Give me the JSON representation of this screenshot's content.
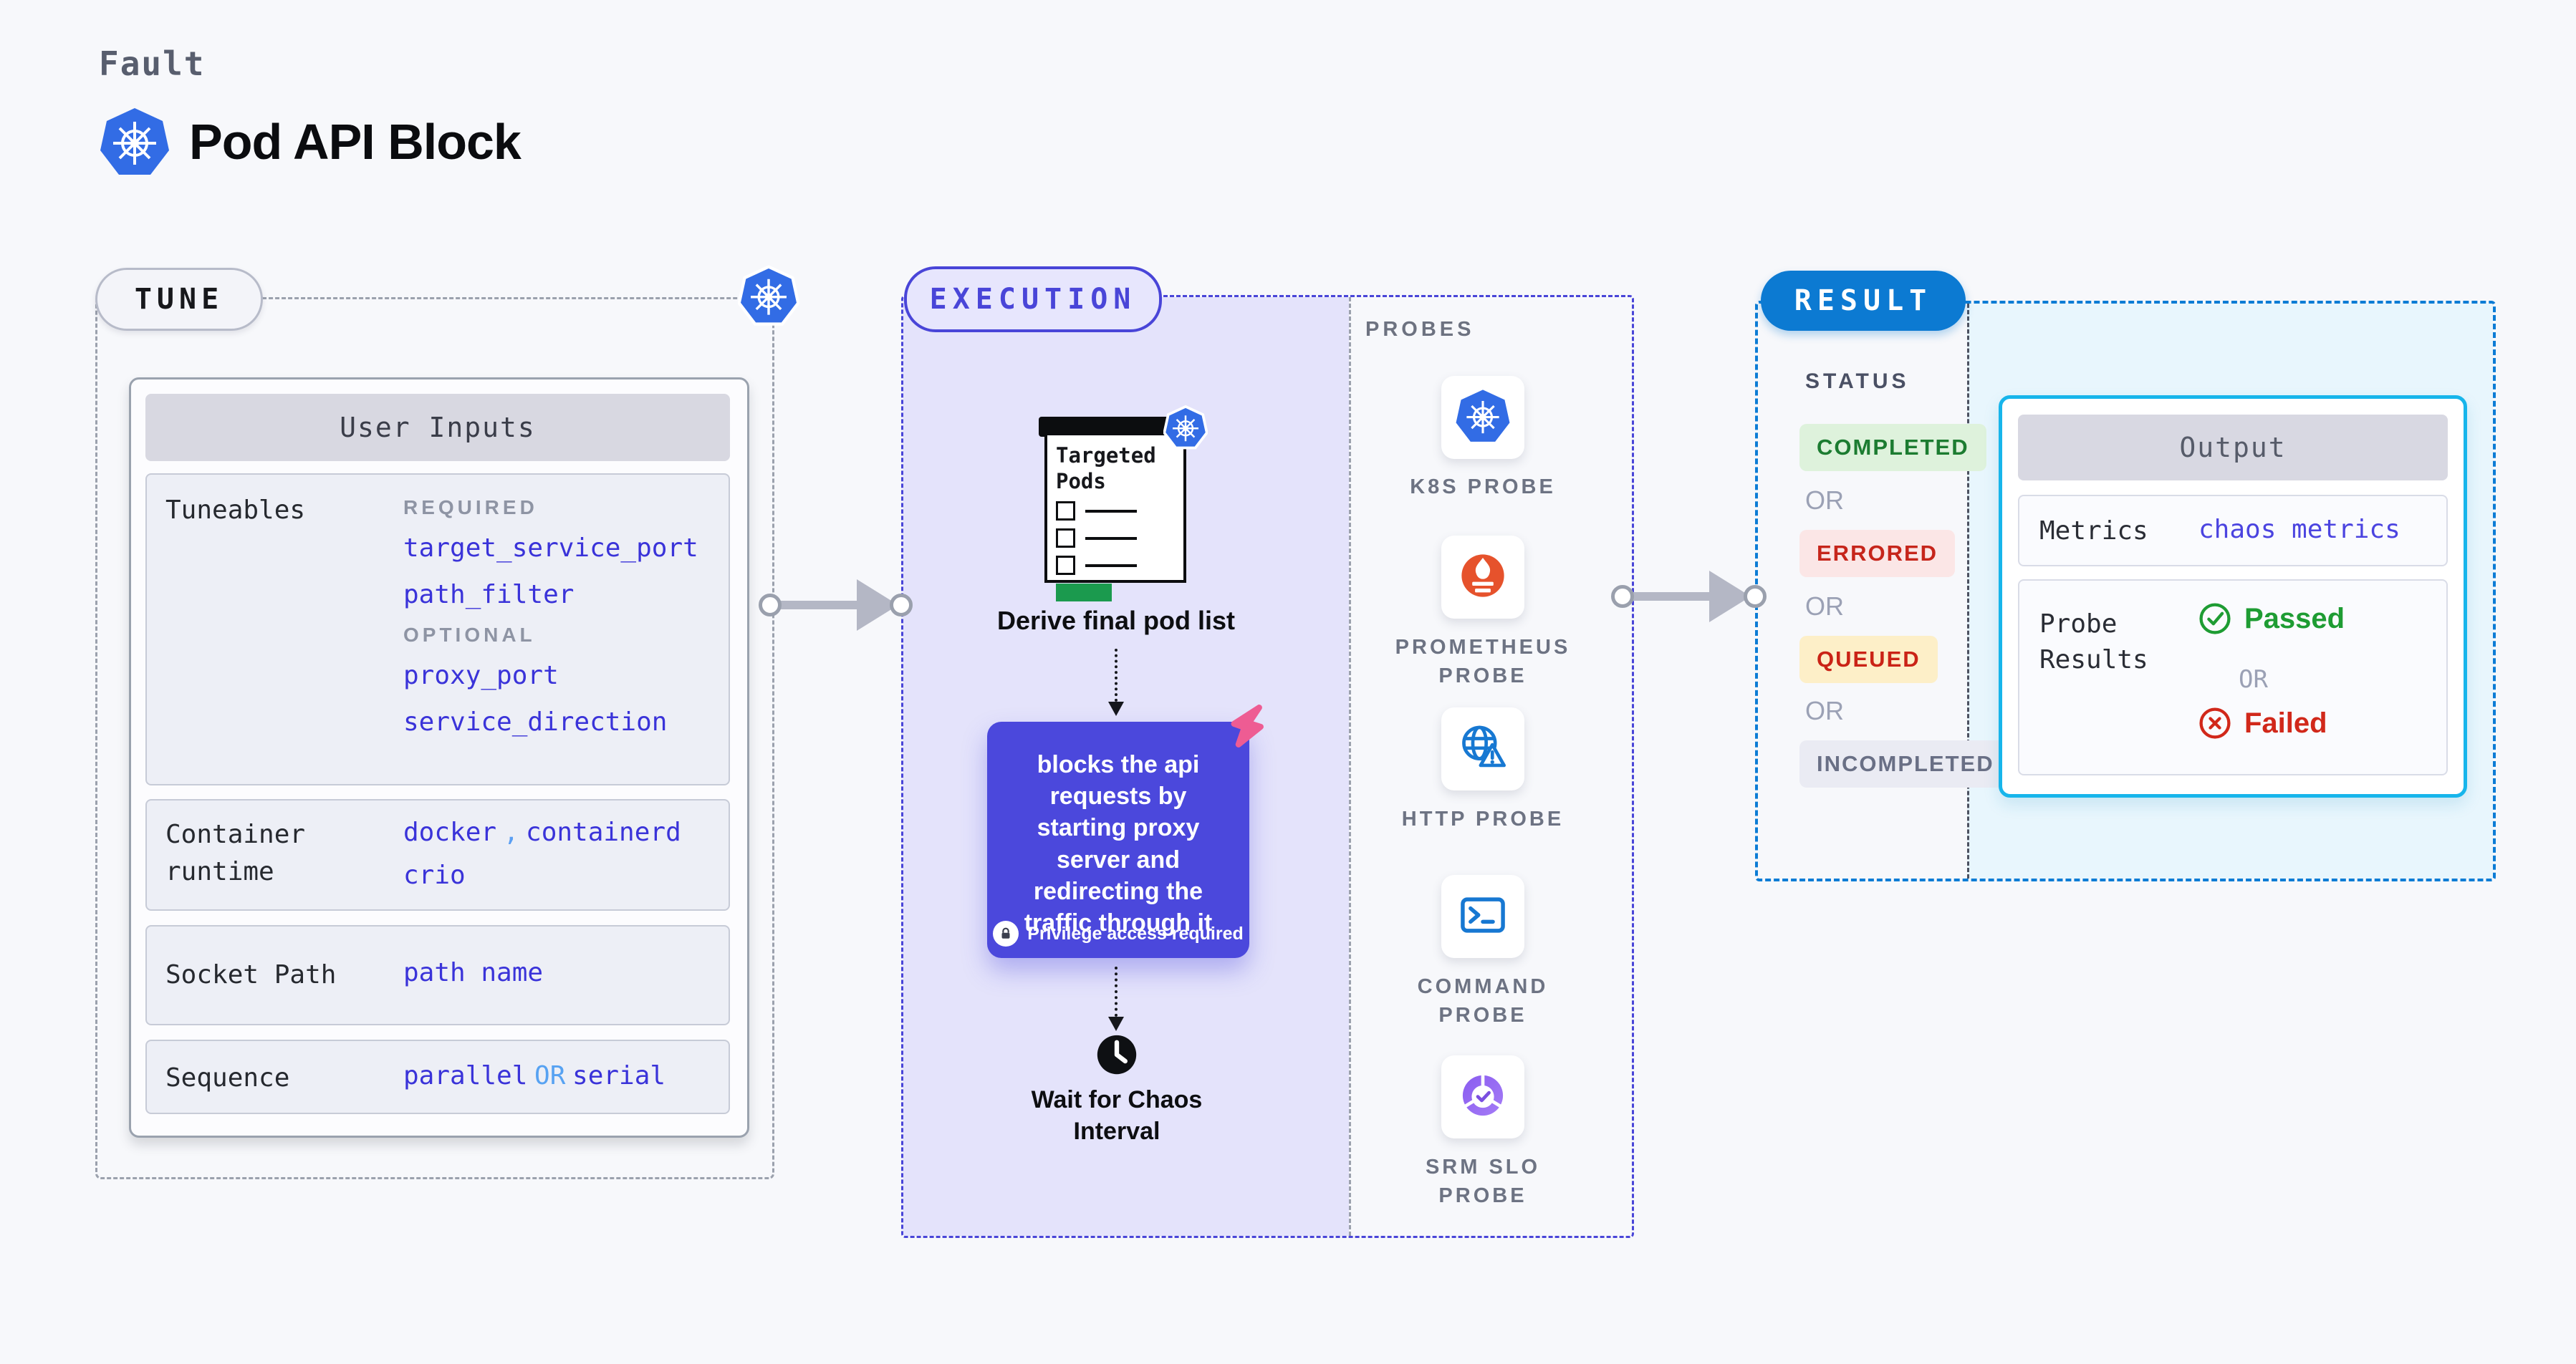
{
  "header": {
    "kicker": "Fault",
    "title": "Pod API Block",
    "logo_icon": "kubernetes-icon"
  },
  "palette": {
    "page_bg": "#f7f8fb",
    "kubernetes_blue": "#326ce5",
    "indigo_accent": "#4945d8",
    "execution_fill": "#e4e3fb",
    "fault_card": "#4b48dc",
    "field_indigo": "#3a33d9",
    "light_blue_or": "#57a2f2",
    "result_blue": "#0c7ad2",
    "output_border_cyan": "#17b5eb",
    "result_cyan_bg": "#e8f6fd",
    "green_passed": "#1e9c33",
    "red_failed": "#d1281a",
    "prometheus_orange": "#e6522c",
    "clipboard_green": "#1b9a4e",
    "pink_mark": "#ee5c93",
    "arrow_gray": "#b4b7c5"
  },
  "tune": {
    "badge": "TUNE",
    "card_header": "User Inputs",
    "tuneables": {
      "label": "Tuneables",
      "required_heading": "REQUIRED",
      "required_fields": [
        "target_service_port",
        "path_filter"
      ],
      "optional_heading": "OPTIONAL",
      "optional_fields": [
        "proxy_port",
        "service_direction"
      ]
    },
    "container_runtime": {
      "label": "Container runtime",
      "separator": ",",
      "values": [
        "docker",
        "containerd",
        "crio"
      ]
    },
    "socket_path": {
      "label": "Socket Path",
      "value": "path name"
    },
    "sequence": {
      "label": "Sequence",
      "option_a": "parallel",
      "or": "OR",
      "option_b": "serial"
    }
  },
  "execution": {
    "badge": "EXECUTION",
    "targeted_pods_title": "Targeted Pods",
    "derive_label": "Derive final pod list",
    "fault_description": "blocks the api requests by starting proxy server and redirecting the traffic through it",
    "privilege_note": "Privilege access required",
    "wait_label": "Wait for Chaos Interval"
  },
  "probes": {
    "heading": "PROBES",
    "items": [
      {
        "label": "K8S PROBE",
        "icon": "kubernetes-icon"
      },
      {
        "label": "PROMETHEUS PROBE",
        "icon": "prometheus-icon"
      },
      {
        "label": "HTTP PROBE",
        "icon": "globe-warning-icon"
      },
      {
        "label": "COMMAND PROBE",
        "icon": "terminal-icon"
      },
      {
        "label": "SRM SLO PROBE",
        "icon": "slo-donut-check-icon"
      }
    ]
  },
  "result": {
    "badge": "RESULT",
    "status_heading": "STATUS",
    "or_label": "OR",
    "statuses": [
      {
        "label": "COMPLETED"
      },
      {
        "label": "ERRORED"
      },
      {
        "label": "QUEUED"
      },
      {
        "label": "INCOMPLETED"
      }
    ],
    "output": {
      "header": "Output",
      "metrics_label": "Metrics",
      "metrics_value": "chaos metrics",
      "probe_results_label": "Probe Results",
      "passed_label": "Passed",
      "or_label": "OR",
      "failed_label": "Failed"
    }
  }
}
